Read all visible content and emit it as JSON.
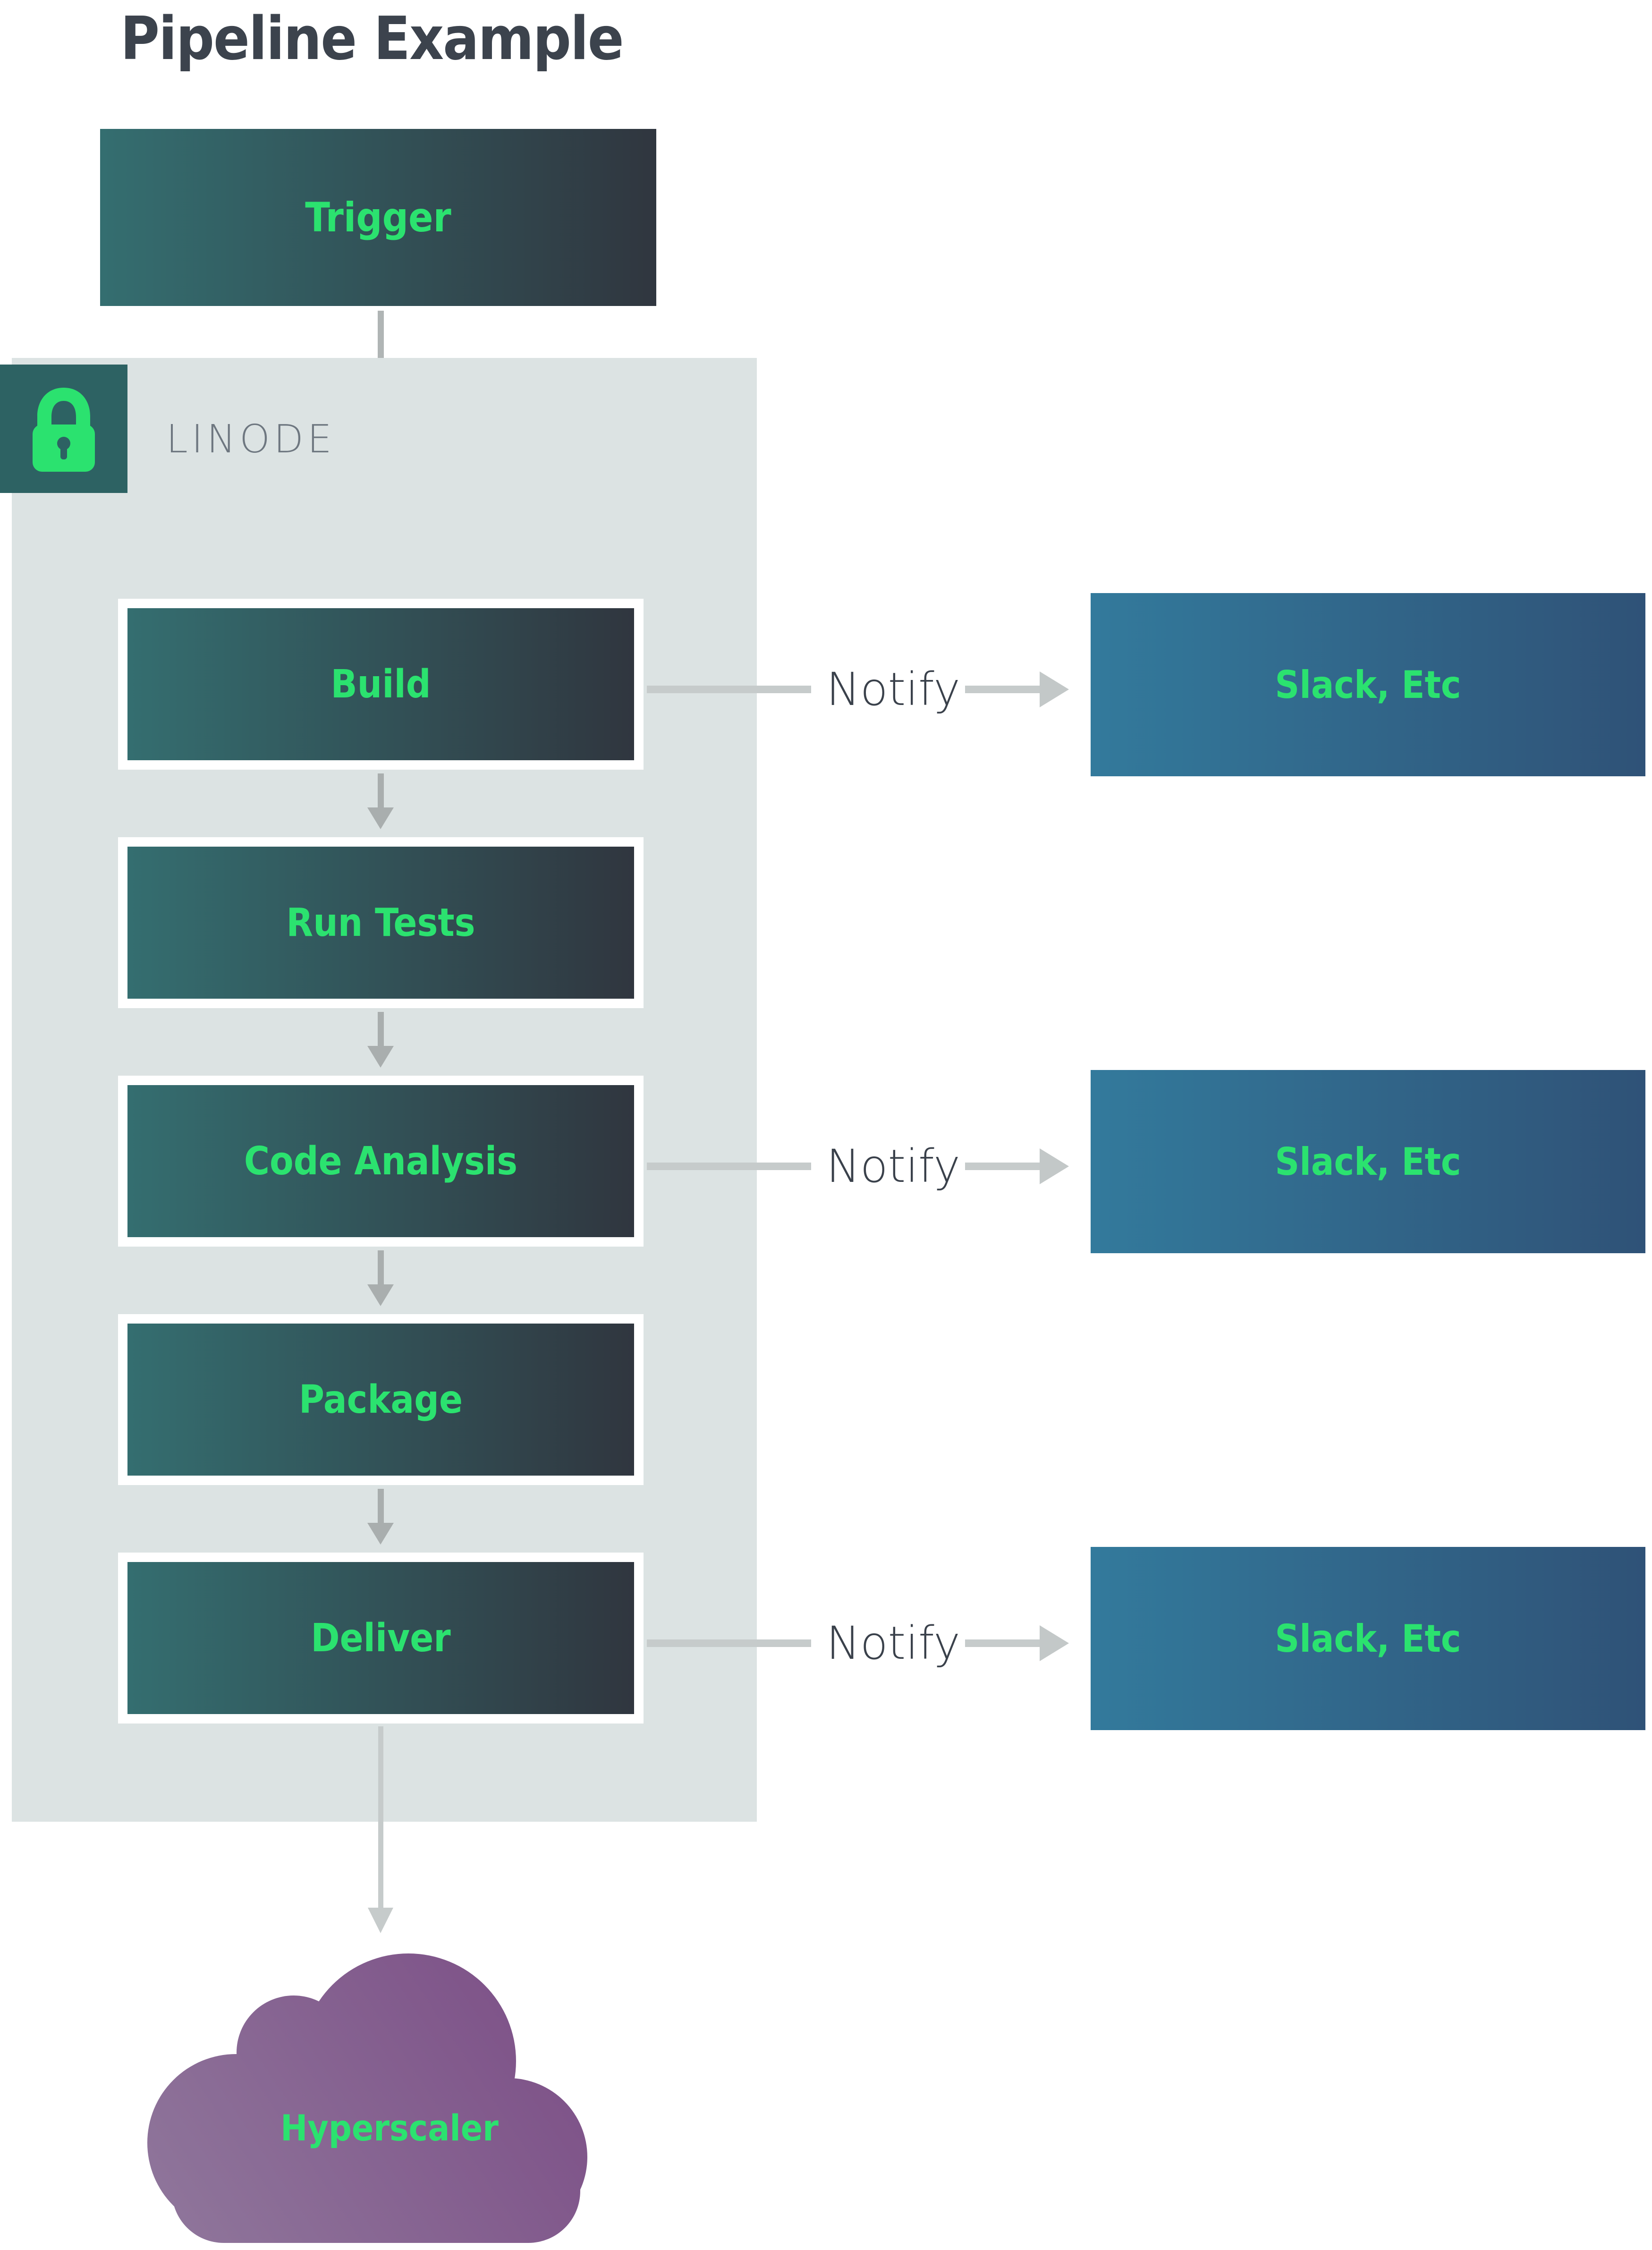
{
  "title": "Pipeline Example",
  "trigger": {
    "label": "Trigger"
  },
  "container": {
    "label": "LINODE",
    "icon": "lock-icon"
  },
  "stages": [
    {
      "label": "Build",
      "notify": true
    },
    {
      "label": "Run Tests",
      "notify": false
    },
    {
      "label": "Code Analysis",
      "notify": true
    },
    {
      "label": "Package",
      "notify": false
    },
    {
      "label": "Deliver",
      "notify": true
    }
  ],
  "notify": {
    "label": "Notify",
    "target_label": "Slack, Etc"
  },
  "cloud": {
    "label": "Hyperscaler"
  },
  "colors": {
    "title_text": "#3C434D",
    "stage_gradient_start": "#346E70",
    "stage_gradient_end": "#30363F",
    "accent_green": "#2BE26F",
    "slack_gradient_start": "#337A9C",
    "slack_gradient_end": "#2F5277",
    "container_bg": "#DCE3E3",
    "badge_bg": "#2D6263",
    "muted_text": "#6E7780",
    "arrow_gray": "#B0B5B5",
    "cloud_gradient_start": "#90789C",
    "cloud_gradient_end": "#7A4A84"
  }
}
